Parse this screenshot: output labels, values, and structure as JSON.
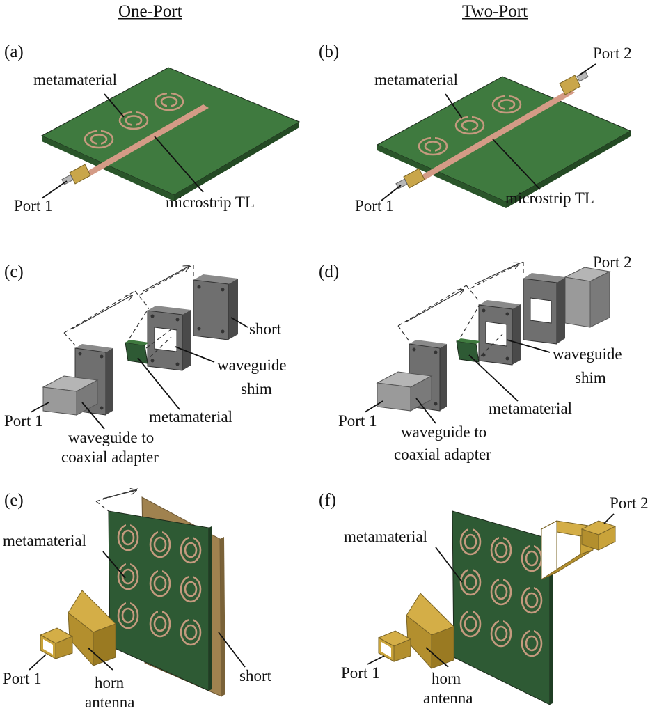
{
  "headings": {
    "one_port": "One-Port",
    "two_port": "Two-Port"
  },
  "panels": {
    "a": {
      "tag": "(a)",
      "metamaterial": "metamaterial",
      "port1": "Port 1",
      "tl": "microstrip TL"
    },
    "b": {
      "tag": "(b)",
      "metamaterial": "metamaterial",
      "port1": "Port 1",
      "port2": "Port 2",
      "tl": "microstrip TL"
    },
    "c": {
      "tag": "(c)",
      "short": "short",
      "shim_1": "waveguide",
      "shim_2": "shim",
      "metamaterial": "metamaterial",
      "port1": "Port 1",
      "adapter_1": "waveguide to",
      "adapter_2": "coaxial adapter"
    },
    "d": {
      "tag": "(d)",
      "port2": "Port 2",
      "shim_1": "waveguide",
      "shim_2": "shim",
      "metamaterial": "metamaterial",
      "port1": "Port 1",
      "adapter_1": "waveguide to",
      "adapter_2": "coaxial adapter"
    },
    "e": {
      "tag": "(e)",
      "metamaterial": "metamaterial",
      "short": "short",
      "port1": "Port 1",
      "horn_1": "horn",
      "horn_2": "antenna"
    },
    "f": {
      "tag": "(f)",
      "metamaterial": "metamaterial",
      "port1": "Port 1",
      "port2": "Port 2",
      "horn_1": "horn",
      "horn_2": "antenna"
    }
  },
  "colors": {
    "pcb": "#3f7a3f",
    "pcb_edge": "#2a552a",
    "copper": "#d49b86",
    "connector": "#c9a64a",
    "steel": "#6f6f6f",
    "steel_light": "#a9a9a9",
    "horn": "#c9a33a",
    "backplate": "#a0824f"
  }
}
